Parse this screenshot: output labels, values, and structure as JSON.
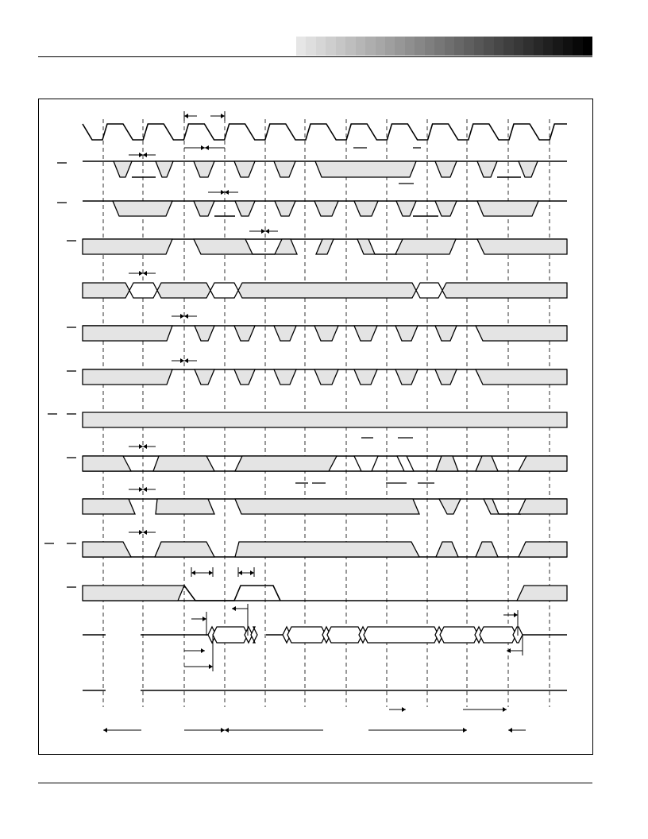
{
  "header": {
    "gradient_bar": {
      "start_color": "#e6e6e6",
      "end_color": "#000000",
      "steps": 30
    }
  },
  "diagram": {
    "type": "timing-diagram",
    "fill_color": "#e4e4e4",
    "line_color": "#000000",
    "clock_periods": 12,
    "signal_rows": [
      {
        "id": "clock",
        "kind": "clock"
      },
      {
        "id": "sig-1",
        "kind": "pulsed",
        "overline": true
      },
      {
        "id": "sig-2",
        "kind": "pulsed",
        "overline": true
      },
      {
        "id": "sig-3",
        "kind": "pulsed",
        "overline": true
      },
      {
        "id": "bus-1",
        "kind": "bus"
      },
      {
        "id": "sig-5",
        "kind": "pulsed",
        "overline": true
      },
      {
        "id": "sig-6",
        "kind": "pulsed",
        "overline": true
      },
      {
        "id": "bus-2",
        "kind": "band",
        "overline": true
      },
      {
        "id": "sig-8",
        "kind": "pulsed",
        "overline": true
      },
      {
        "id": "sig-9",
        "kind": "pulsed"
      },
      {
        "id": "sig-10",
        "kind": "pulsed",
        "overline": true
      },
      {
        "id": "sig-11",
        "kind": "pulsed",
        "overline": true
      },
      {
        "id": "data-bus",
        "kind": "bus"
      },
      {
        "id": "sig-13",
        "kind": "line"
      }
    ]
  }
}
